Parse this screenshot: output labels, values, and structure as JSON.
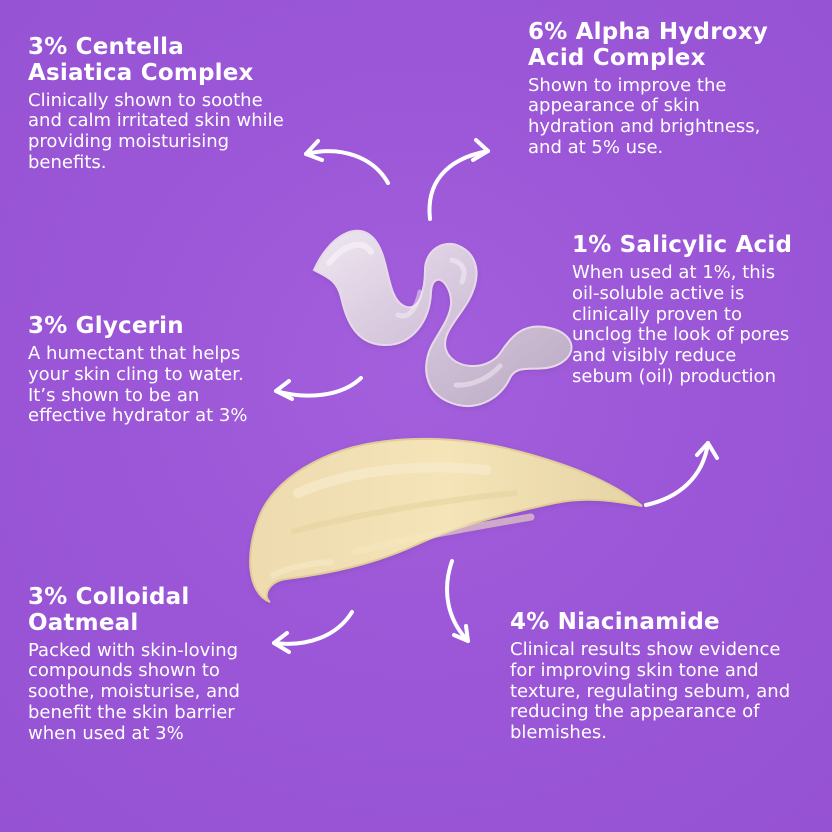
{
  "ingredients": [
    {
      "title": "3% Centella Asiatica Complex",
      "text": "Clinically shown to soothe and calm irritated skin while providing moisturising benefits."
    },
    {
      "title": "6% Alpha Hydroxy Acid Complex",
      "text": "Shown to improve the appearance of skin hydration and brightness, and at 5% use."
    },
    {
      "title": "1% Salicylic Acid",
      "text": "When used at 1%, this oil-soluble active is clinically proven to unclog the look of pores and visibly reduce sebum (oil) production"
    },
    {
      "title": "3% Glycerin",
      "text": "A humectant that helps your skin cling to water. It’s shown to be an effective hydrator at 3%"
    },
    {
      "title": "3% Colloidal Oatmeal",
      "text": "Packed with skin-loving compounds shown to soothe, moisturise, and benefit the skin barrier when used at 3%"
    },
    {
      "title": "4% Niacinamide",
      "text": "Clinical results show evidence for improving skin tone and texture, regulating sebum, and reducing the appearance of blemishes."
    }
  ],
  "colors": {
    "background": "#9b59d6",
    "text": "#ffffff",
    "gel": "#d8c9df",
    "cream": "#f0dfaa"
  },
  "icons": {
    "arrow": "curved-arrow-icon"
  }
}
